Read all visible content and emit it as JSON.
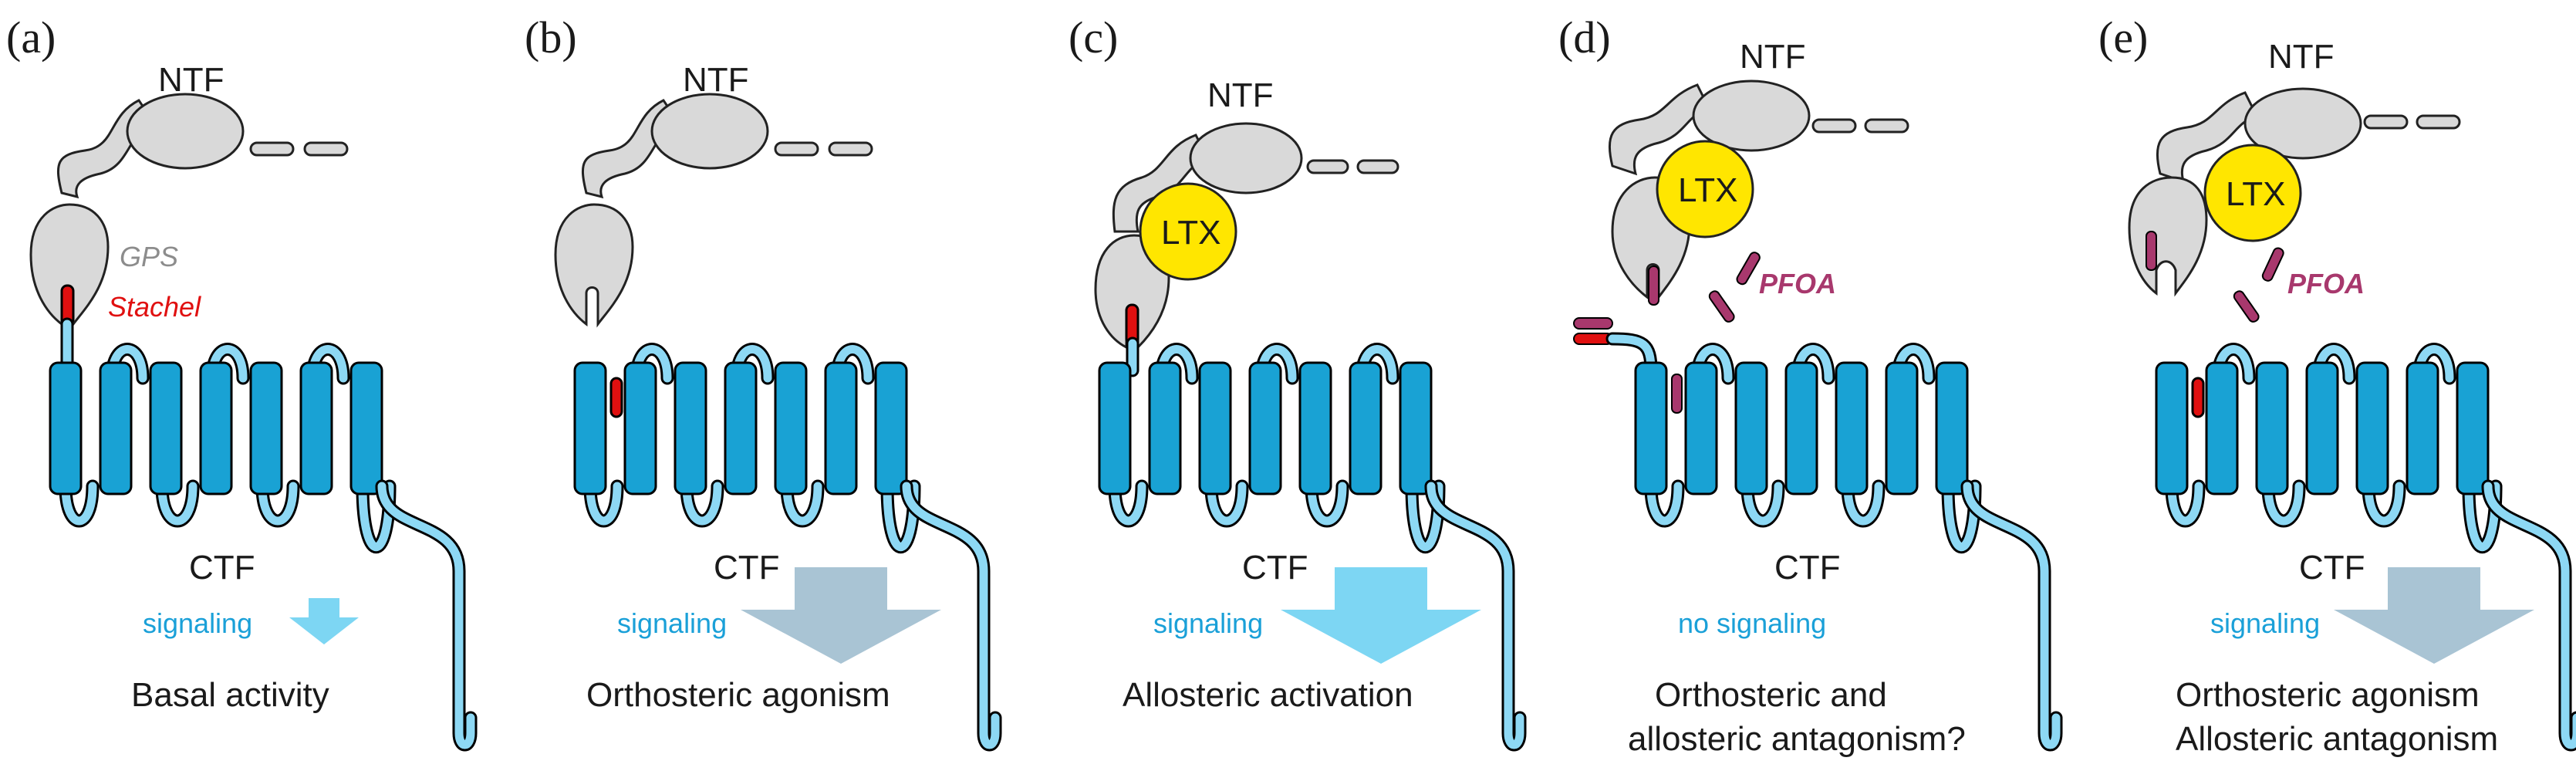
{
  "panels": [
    {
      "id": "a",
      "label": "(a)",
      "ntf": "NTF",
      "ctf": "CTF",
      "signal": "signaling",
      "caption": [
        "Basal activity"
      ],
      "gps": "GPS",
      "stachel": "Stachel",
      "ltx": "",
      "pfoa": "",
      "arrow": "small-blue"
    },
    {
      "id": "b",
      "label": "(b)",
      "ntf": "NTF",
      "ctf": "CTF",
      "signal": "signaling",
      "caption": [
        "Orthosteric agonism"
      ],
      "gps": "",
      "stachel": "",
      "ltx": "",
      "pfoa": "",
      "arrow": "large-grey"
    },
    {
      "id": "c",
      "label": "(c)",
      "ntf": "NTF",
      "ctf": "CTF",
      "signal": "signaling",
      "caption": [
        "Allosteric activation"
      ],
      "gps": "",
      "stachel": "",
      "ltx": "LTX",
      "pfoa": "",
      "arrow": "large-blue"
    },
    {
      "id": "d",
      "label": "(d)",
      "ntf": "NTF",
      "ctf": "CTF",
      "signal": "no signaling",
      "caption": [
        "Orthosteric and",
        "allosteric antagonism?"
      ],
      "gps": "",
      "stachel": "",
      "ltx": "LTX",
      "pfoa": "PFOA",
      "arrow": "none"
    },
    {
      "id": "e",
      "label": "(e)",
      "ntf": "NTF",
      "ctf": "CTF",
      "signal": "signaling",
      "caption": [
        "Orthosteric agonism",
        "Allosteric antagonism"
      ],
      "gps": "",
      "stachel": "",
      "ltx": "LTX",
      "pfoa": "PFOA",
      "arrow": "large-grey"
    }
  ],
  "colors": {
    "helix": "#19a2d4",
    "loop": "#8dd8f4",
    "ntf": "#d9d9d9",
    "stachel": "#e01010",
    "ltx": "#ffe600",
    "pfoa": "#a8386d",
    "arrow_blue": "#7dd6f3",
    "arrow_grey": "#a9c4d4",
    "signal_text": "#1aa0d8"
  }
}
